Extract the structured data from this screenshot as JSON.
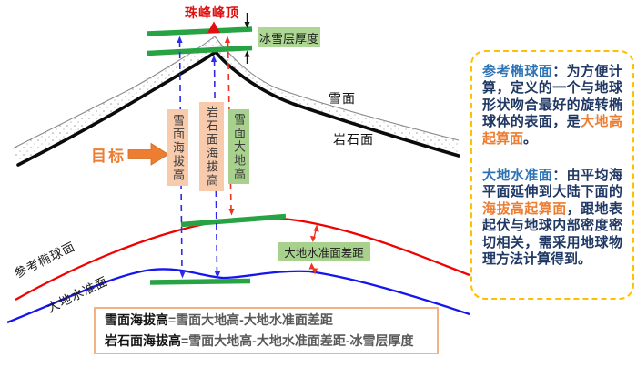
{
  "diagram": {
    "peak_label": "珠峰峰顶",
    "ice_layer_label": "冰雪层厚度",
    "snow_surface_label": "雪面",
    "rock_surface_label": "岩石面",
    "target_label": "目标",
    "snow_altitude_label": "雪面海拔高",
    "rock_altitude_label": "岩石面海拔高",
    "snow_geodetic_label": "雪面大地高",
    "ellipsoid_label": "参考椭球面",
    "geoid_label": "大地水准面",
    "geoid_gap_label": "大地水准面差距"
  },
  "formulas": [
    {
      "lead": "雪面海拔高",
      "rest": "=雪面大地高-大地水准面差距"
    },
    {
      "lead": "岩石面海拔高",
      "rest": "=雪面大地高-大地水准面差距-冰雪层厚度"
    }
  ],
  "side_panel": {
    "para1": {
      "term": "参考椭球面",
      "body1": "：为方便计算，定义的一个与地球形状吻合最好的旋转椭球体的表面，是",
      "highlight": "大地高起算面",
      "body2": "。"
    },
    "para2": {
      "term": "大地水准面",
      "body1": "：由平均海平面延伸到大陆下面的",
      "highlight": "海拔高起算面",
      "body2": "，跟地表起伏与地球内部密度密切相关，需采用地球物理方法计算得到。"
    }
  },
  "colors": {
    "green_bar": "#27a343",
    "light_green_box": "#a9d18e",
    "peach_box": "#f8cbad",
    "red_curve": "#f20000",
    "blue_curve": "#1515f0",
    "dashed_blue": "#2b2be8",
    "dashed_red": "#ee3224",
    "orange_accent": "#ed7d31",
    "panel_border": "#ffc000",
    "formula_border": "#f4b183",
    "term_blue": "#2e74b5",
    "body_navy": "#1f3864",
    "gray_text": "#595959"
  }
}
